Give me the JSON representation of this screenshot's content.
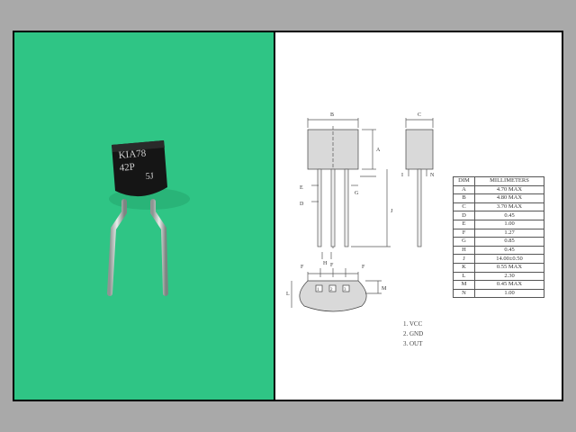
{
  "component": {
    "marking_line1": "KIA78",
    "marking_line2": "42P",
    "marking_line3": "5J"
  },
  "drawing": {
    "labels": {
      "b": "B",
      "c": "C",
      "a": "A",
      "e": "E",
      "d": "D",
      "g": "G",
      "j": "J",
      "h": "H",
      "i": "I",
      "n": "N",
      "f1": "F",
      "f2": "F",
      "f3": "F",
      "l": "L",
      "m": "M",
      "pin1": "1",
      "pin2": "2",
      "pin3": "3"
    }
  },
  "dimension_table": {
    "header": {
      "dim": "DIM",
      "value": "MILLIMETERS"
    },
    "rows": [
      {
        "dim": "A",
        "value": "4.70 MAX"
      },
      {
        "dim": "B",
        "value": "4.80 MAX"
      },
      {
        "dim": "C",
        "value": "3.70 MAX"
      },
      {
        "dim": "D",
        "value": "0.45"
      },
      {
        "dim": "E",
        "value": "1.00"
      },
      {
        "dim": "F",
        "value": "1.27"
      },
      {
        "dim": "G",
        "value": "0.85"
      },
      {
        "dim": "H",
        "value": "0.45"
      },
      {
        "dim": "J",
        "value": "14.00±0.50"
      },
      {
        "dim": "K",
        "value": "0.55 MAX"
      },
      {
        "dim": "L",
        "value": "2.30"
      },
      {
        "dim": "M",
        "value": "0.45 MAX"
      },
      {
        "dim": "N",
        "value": "1.00"
      }
    ]
  },
  "pinout": [
    "1. VCC",
    "2. GND",
    "3. OUT"
  ]
}
